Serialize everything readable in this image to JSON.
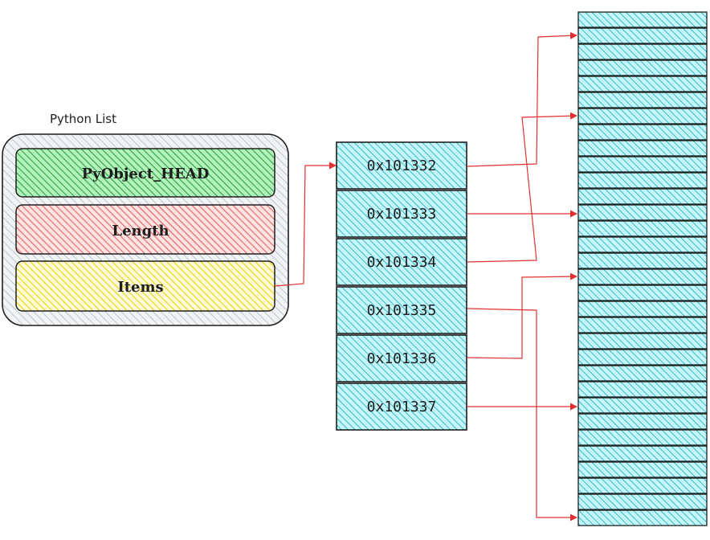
{
  "title": "Python List",
  "fields": [
    {
      "label": "PyObject_HEAD",
      "color": "#40c057"
    },
    {
      "label": "Length",
      "color": "#e03131"
    },
    {
      "label": "Items",
      "color": "#fab005"
    }
  ],
  "addresses": [
    "0x101332",
    "0x101333",
    "0x101334",
    "0x101335",
    "0x101336",
    "0x101337"
  ],
  "colors": {
    "outline": "#1e1e1e",
    "container_hatch": "#adb5bd",
    "cell_hatch": "#15aabf",
    "cell_fill": "#99e9f2",
    "arrow": "#e03131"
  }
}
